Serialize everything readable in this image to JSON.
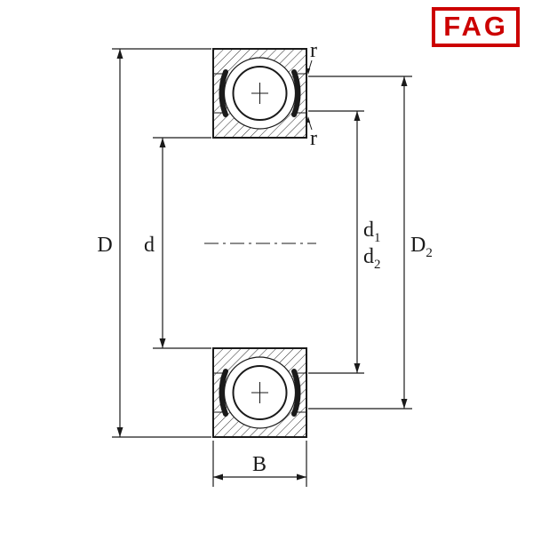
{
  "logo": {
    "text": "FAG",
    "color": "#cc0000"
  },
  "labels": {
    "D": "D",
    "d": "d",
    "d1": {
      "main": "d",
      "sub": "1"
    },
    "d2": {
      "main": "d",
      "sub": "2"
    },
    "D2": {
      "main": "D",
      "sub": "2"
    },
    "B": "B",
    "r_top": "r",
    "r_bottom": "r"
  },
  "drawing": {
    "description": "Cross-section technical drawing of a sealed deep groove ball bearing with dimension lines",
    "line_color": "#1a1a1a",
    "hatch_color": "#2a2a2a",
    "background": "#ffffff"
  }
}
